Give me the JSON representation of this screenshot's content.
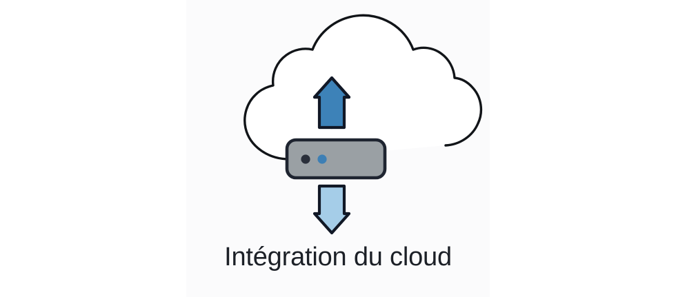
{
  "card": {
    "caption": "Intégration du cloud",
    "background_color": "#ffffff",
    "panel_color": "#fbfbfc",
    "caption_color": "#1c2027"
  },
  "illustration": {
    "name": "cloud-integration-icon",
    "cloud": {
      "label": "cloud-outline",
      "fill": "#ffffff",
      "stroke": "#111418",
      "stroke_width": 3.4
    },
    "upload_arrow": {
      "label": "upload-arrow",
      "direction": "up",
      "fill": "#3d82b8",
      "stroke": "#111826"
    },
    "download_arrow": {
      "label": "download-arrow",
      "direction": "down",
      "fill": "#a5cde8",
      "stroke": "#111826"
    },
    "server_bar": {
      "label": "server-bar",
      "fill": "#9aa0a4",
      "stroke": "#1e2430",
      "leds": [
        {
          "label": "led-dark",
          "color": "#2a2f3a"
        },
        {
          "label": "led-blue",
          "color": "#3d7fb5"
        }
      ]
    }
  }
}
